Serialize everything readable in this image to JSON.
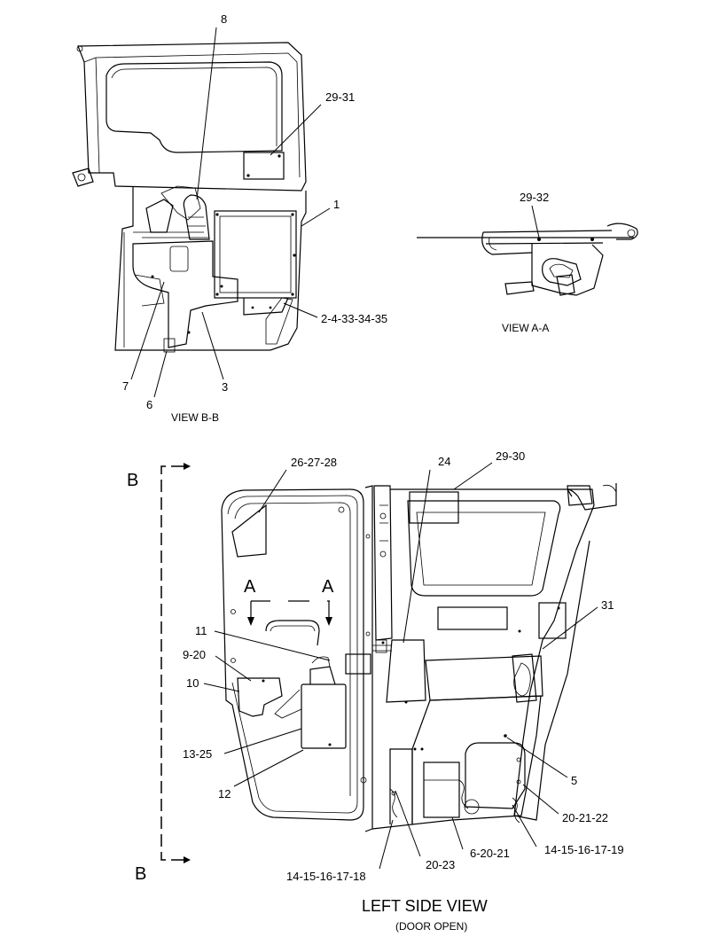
{
  "views": {
    "view_bb": {
      "label": "VIEW B-B",
      "callouts": [
        "8",
        "29-31",
        "1",
        "2-4-33-34-35",
        "3",
        "6",
        "7"
      ]
    },
    "view_aa": {
      "label": "VIEW A-A",
      "callouts": [
        "29-32"
      ]
    },
    "left_side": {
      "title": "LEFT SIDE VIEW",
      "subtitle": "(DOOR OPEN)",
      "section_letters": [
        "B",
        "B",
        "A",
        "A"
      ],
      "callouts": [
        "26-27-28",
        "24",
        "29-30",
        "31",
        "11",
        "9-20",
        "10",
        "13-25",
        "12",
        "5",
        "20-21-22",
        "14-15-16-17-19",
        "6-20-21",
        "20-23",
        "14-15-16-17-18"
      ]
    }
  }
}
